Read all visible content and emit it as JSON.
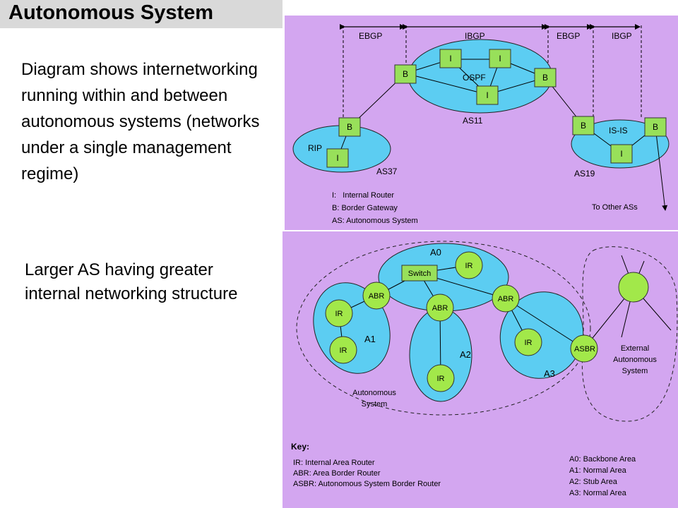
{
  "title": "Autonomous System",
  "description": "Diagram shows internetworking running within and between autonomous systems (networks under a single management regime)",
  "description2": "Larger AS having greater internal networking structure",
  "colors": {
    "panel": "#d3a6f0",
    "cloud": "#5ccdf2",
    "cloud_edge": "#2a2a2a",
    "router_box": "#98e05a",
    "router_circle": "#a2e84a"
  },
  "top_diagram": {
    "peerings": [
      "EBGP",
      "IBGP",
      "EBGP",
      "IBGP"
    ],
    "clouds": {
      "as11": {
        "label": "AS11",
        "protocol": "OSPF"
      },
      "as37": {
        "label": "AS37",
        "protocol": "RIP"
      },
      "as19": {
        "label": "AS19",
        "protocol": "IS-IS"
      }
    },
    "node_labels": {
      "internal": "I",
      "border": "B"
    },
    "legend": [
      "I:   Internal Router",
      "B: Border Gateway",
      "AS: Autonomous System"
    ],
    "to_other": "To Other ASs"
  },
  "bottom_diagram": {
    "areas": {
      "a0": "A0",
      "a1": "A1",
      "a2": "A2",
      "a3": "A3"
    },
    "switch": "Switch",
    "routers": {
      "ir": "IR",
      "abr": "ABR",
      "asbr": "ASBR"
    },
    "as_label": [
      "Autonomous",
      "System"
    ],
    "external_label": [
      "External",
      "Autonomous",
      "System"
    ],
    "key_title": "Key:",
    "key_left": [
      "IR: Internal Area Router",
      "ABR: Area Border Router",
      "ASBR: Autonomous System Border Router"
    ],
    "key_right": [
      "A0: Backbone Area",
      "A1: Normal Area",
      "A2: Stub Area",
      "A3: Normal Area"
    ]
  }
}
